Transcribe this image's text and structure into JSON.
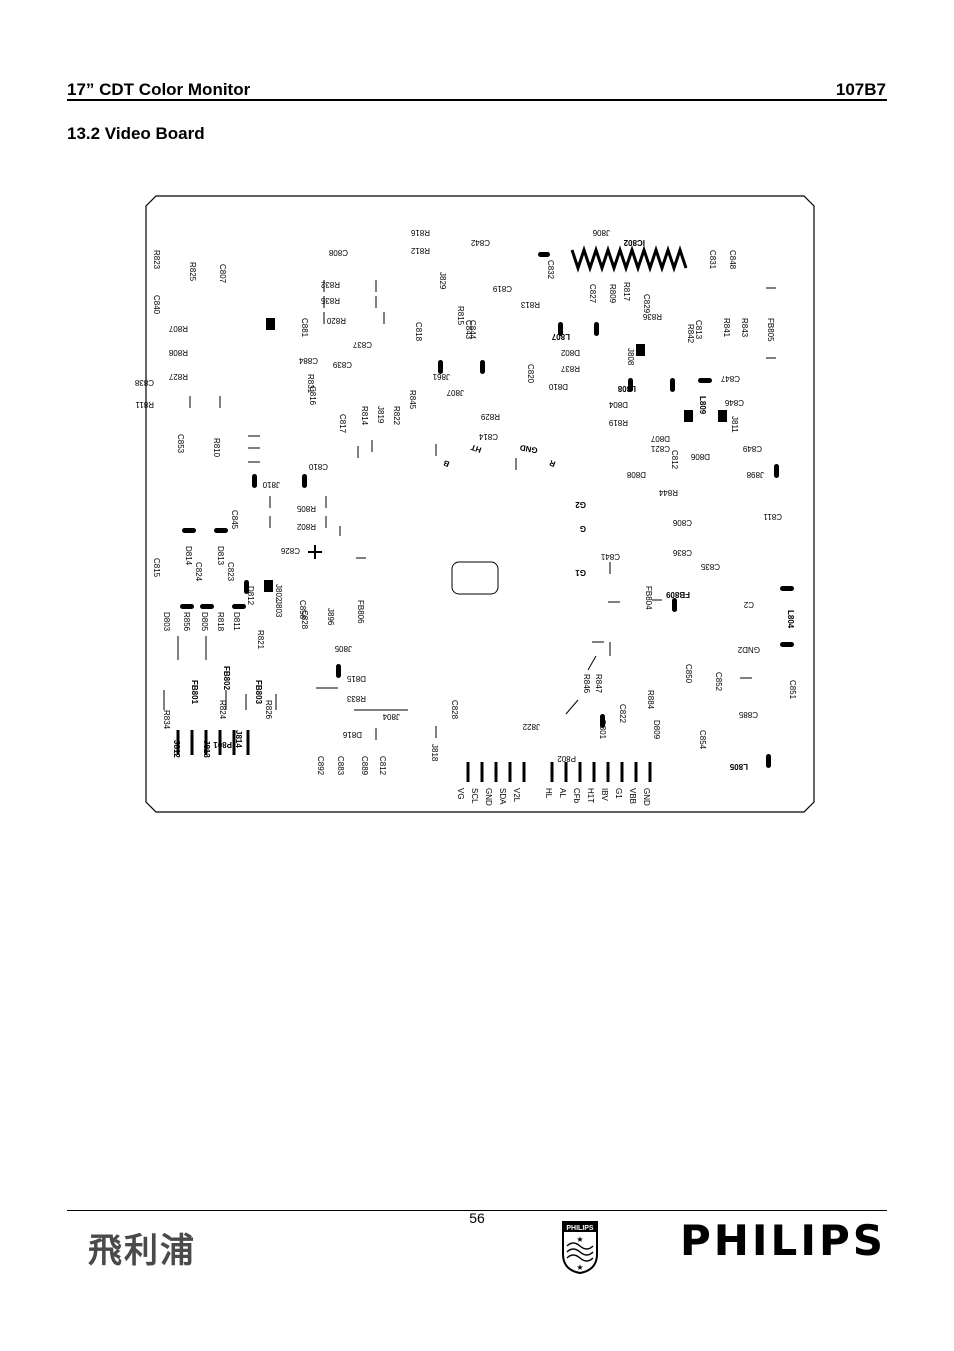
{
  "header": {
    "title": "17” CDT Color Monitor",
    "model": "107B7"
  },
  "section_title": "13.2 Video Board",
  "board": {
    "labels": [
      "IC802",
      "J806",
      "R816",
      "R812",
      "C842",
      "C808",
      "R823",
      "R825",
      "C840",
      "C807",
      "R832",
      "R835",
      "R820",
      "C837",
      "C818",
      "J829",
      "R815",
      "C843",
      "C844",
      "C819",
      "R813",
      "C832",
      "C827",
      "R809",
      "R817",
      "C829",
      "C831",
      "C848",
      "R836",
      "R842",
      "C813",
      "R841",
      "R843",
      "FB805",
      "R807",
      "R808",
      "R827",
      "C838",
      "R811",
      "C881",
      "C884",
      "C839",
      "R831",
      "J861",
      "J807",
      "C820",
      "L807",
      "D802",
      "J808",
      "R837",
      "D810",
      "L808",
      "C847",
      "D804",
      "R819",
      "L809",
      "J811",
      "C846",
      "C814",
      "R829",
      "C816",
      "C817",
      "R814",
      "J819",
      "R822",
      "R845",
      "C853",
      "R810",
      "J810",
      "C810",
      "C812",
      "D807",
      "C821",
      "C849",
      "D806",
      "D808",
      "J898",
      "R844",
      "C845",
      "R805",
      "R802",
      "C826",
      "C828",
      "C806",
      "C836",
      "C811",
      "C841",
      "C835",
      "FB804",
      "FB809",
      "C2",
      "C815",
      "C824",
      "C823",
      "D814",
      "D813",
      "J802",
      "D812",
      "J803",
      "C858",
      "J896",
      "FB806",
      "D803",
      "R856",
      "D805",
      "R818",
      "D811",
      "R821",
      "J805",
      "D815",
      "FB802",
      "FB801",
      "FB803",
      "R833",
      "J804",
      "D816",
      "R834",
      "R824",
      "R826",
      "J812",
      "J813",
      "P801",
      "J814",
      "C852",
      "C892",
      "C883",
      "C889",
      "C812",
      "C828",
      "J818",
      "J822",
      "P802",
      "R846",
      "R847",
      "D801",
      "C822",
      "R884",
      "D809",
      "C850",
      "C854",
      "C885",
      "C851",
      "L805",
      "L804",
      "GND2"
    ],
    "io_labels": [
      "HT",
      "B",
      "GND",
      "R",
      "G2",
      "G",
      "G1"
    ],
    "connector_labels": [
      "VG",
      "SCL",
      "GND",
      "SDA",
      "V2L",
      "HL",
      "AL",
      "CFb",
      "H1T",
      "IBV",
      "G1",
      "VBB",
      "GND"
    ]
  },
  "footer": {
    "page_number": "56",
    "cn_brand": "飛利浦",
    "shield_text": "PHILIPS",
    "brand": "PHILIPS"
  }
}
